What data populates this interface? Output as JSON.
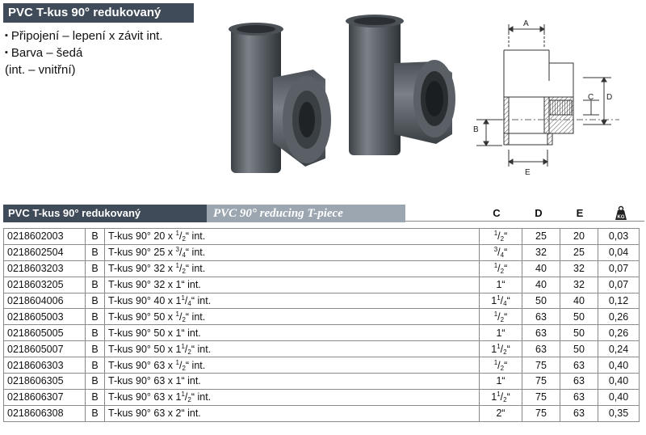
{
  "header": {
    "title": "PVC T-kus 90° redukovaný"
  },
  "features": [
    "Připojení – lepení x závit int.",
    "Barva – šedá"
  ],
  "features_note": "(int. – vnitřní)",
  "drawing_labels": {
    "a": "A",
    "b": "B",
    "c": "C",
    "d": "D",
    "e": "E"
  },
  "table_header": {
    "title_cz": "PVC T-kus 90° redukovaný",
    "title_en": "PVC 90° reducing T-piece",
    "col_c": "C",
    "col_d": "D",
    "col_e": "E",
    "weight_icon_text": "KG"
  },
  "rows": [
    {
      "code": "0218602003",
      "type": "B",
      "desc_pre": "T-kus 90° 20 x ",
      "desc_whole": "",
      "desc_num": "1",
      "desc_den": "2",
      "desc_post": "“ int.",
      "c_whole": "",
      "c_num": "1",
      "c_den": "2",
      "c_post": "“",
      "d": "25",
      "e": "20",
      "kg": "0,03"
    },
    {
      "code": "0218602504",
      "type": "B",
      "desc_pre": "T-kus 90° 25 x ",
      "desc_whole": "",
      "desc_num": "3",
      "desc_den": "4",
      "desc_post": "“ int.",
      "c_whole": "",
      "c_num": "3",
      "c_den": "4",
      "c_post": "“",
      "d": "32",
      "e": "25",
      "kg": "0,04"
    },
    {
      "code": "0218603203",
      "type": "B",
      "desc_pre": "T-kus 90° 32 x ",
      "desc_whole": "",
      "desc_num": "1",
      "desc_den": "2",
      "desc_post": "“ int.",
      "c_whole": "",
      "c_num": "1",
      "c_den": "2",
      "c_post": "“",
      "d": "40",
      "e": "32",
      "kg": "0,07"
    },
    {
      "code": "0218603205",
      "type": "B",
      "desc_pre": "T-kus 90° 32 x 1“ int.",
      "desc_whole": "",
      "desc_num": "",
      "desc_den": "",
      "desc_post": "",
      "c_whole": "1“",
      "c_num": "",
      "c_den": "",
      "c_post": "",
      "d": "40",
      "e": "32",
      "kg": "0,07"
    },
    {
      "code": "0218604006",
      "type": "B",
      "desc_pre": "T-kus 90° 40 x ",
      "desc_whole": "1",
      "desc_num": "1",
      "desc_den": "4",
      "desc_post": "“ int.",
      "c_whole": "1",
      "c_num": "1",
      "c_den": "4",
      "c_post": "“",
      "d": "50",
      "e": "40",
      "kg": "0,12"
    },
    {
      "code": "0218605003",
      "type": "B",
      "desc_pre": "T-kus 90° 50 x ",
      "desc_whole": "",
      "desc_num": "1",
      "desc_den": "2",
      "desc_post": "“ int.",
      "c_whole": "",
      "c_num": "1",
      "c_den": "2",
      "c_post": "“",
      "d": "63",
      "e": "50",
      "kg": "0,26"
    },
    {
      "code": "0218605005",
      "type": "B",
      "desc_pre": "T-kus 90° 50 x 1“ int.",
      "desc_whole": "",
      "desc_num": "",
      "desc_den": "",
      "desc_post": "",
      "c_whole": "1“",
      "c_num": "",
      "c_den": "",
      "c_post": "",
      "d": "63",
      "e": "50",
      "kg": "0,26"
    },
    {
      "code": "0218605007",
      "type": "B",
      "desc_pre": "T-kus 90° 50 x ",
      "desc_whole": "1",
      "desc_num": "1",
      "desc_den": "2",
      "desc_post": "“ int.",
      "c_whole": "1",
      "c_num": "1",
      "c_den": "2",
      "c_post": "“",
      "d": "63",
      "e": "50",
      "kg": "0,24"
    },
    {
      "code": "0218606303",
      "type": "B",
      "desc_pre": "T-kus 90° 63 x ",
      "desc_whole": "",
      "desc_num": "1",
      "desc_den": "2",
      "desc_post": "“ int.",
      "c_whole": "",
      "c_num": "1",
      "c_den": "2",
      "c_post": "“",
      "d": "75",
      "e": "63",
      "kg": "0,40"
    },
    {
      "code": "0218606305",
      "type": "B",
      "desc_pre": "T-kus 90° 63 x 1“ int.",
      "desc_whole": "",
      "desc_num": "",
      "desc_den": "",
      "desc_post": "",
      "c_whole": "1“",
      "c_num": "",
      "c_den": "",
      "c_post": "",
      "d": "75",
      "e": "63",
      "kg": "0,40"
    },
    {
      "code": "0218606307",
      "type": "B",
      "desc_pre": "T-kus 90° 63 x ",
      "desc_whole": "1",
      "desc_num": "1",
      "desc_den": "2",
      "desc_post": "“ int.",
      "c_whole": "1",
      "c_num": "1",
      "c_den": "2",
      "c_post": "“",
      "d": "75",
      "e": "63",
      "kg": "0,40"
    },
    {
      "code": "0218606308",
      "type": "B",
      "desc_pre": "T-kus 90° 63 x 2“ int.",
      "desc_whole": "",
      "desc_num": "",
      "desc_den": "",
      "desc_post": "",
      "c_whole": "2“",
      "c_num": "",
      "c_den": "",
      "c_post": "",
      "d": "75",
      "e": "63",
      "kg": "0,35"
    }
  ]
}
